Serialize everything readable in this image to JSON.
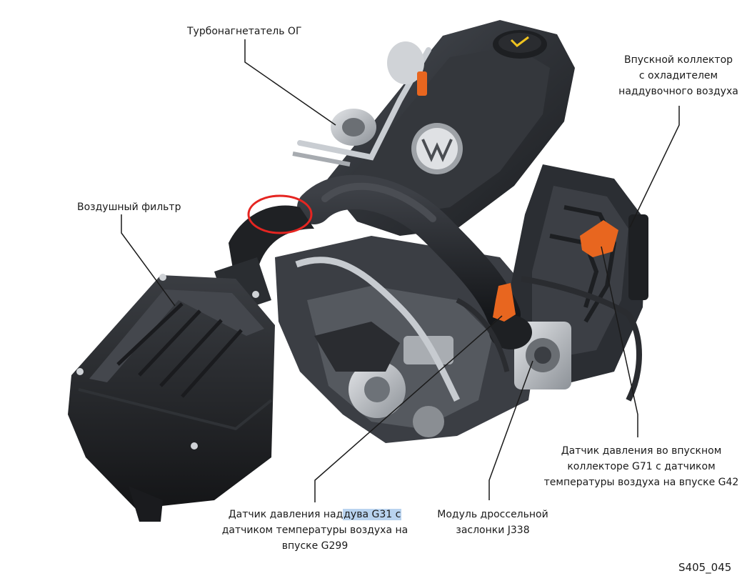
{
  "figure": {
    "code": "S405_045"
  },
  "labels": {
    "turbo": {
      "lines": [
        "Турбонагнетатель ОГ"
      ]
    },
    "intake_manifold": {
      "lines": [
        "Впускной коллектор",
        "с охладителем",
        "наддувочного воздуха"
      ]
    },
    "air_filter": {
      "lines": [
        "Воздушный фильтр"
      ]
    },
    "sensor_g71": {
      "lines": [
        "Датчик давления во впускном",
        "коллекторе G71 с датчиком",
        "температуры воздуха на впуске G42"
      ]
    },
    "sensor_g31": {
      "line1_pre": "Датчик давления над",
      "line1_hl": "дува G31 с",
      "line2": "датчиком температуры воздуха на",
      "line3": "впуске G299"
    },
    "throttle_j338": {
      "lines": [
        "Модуль дроссельной",
        "заслонки J338"
      ]
    }
  },
  "colors": {
    "engine_body": "#2f3237",
    "engine_dark": "#1c1e21",
    "engine_light": "#4a4e55",
    "metal": "#b8bcc2",
    "sensor_orange": "#e8661f",
    "highlight_ring": "#e52521",
    "leader_line": "#1a1a1a",
    "text_highlight": "#b9d3ef"
  }
}
